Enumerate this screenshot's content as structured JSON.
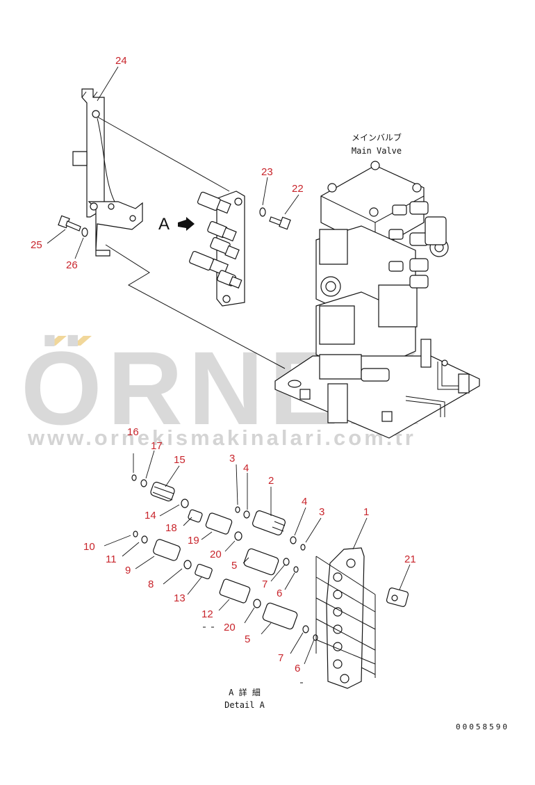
{
  "watermark": {
    "brand": "ÖRNEK",
    "url": "www.ornekismakinalari.com.tr",
    "accent_color": "#f1d79a",
    "text_color": "#d9d9d9"
  },
  "captions": {
    "main_valve_jp": "メインバルブ",
    "main_valve_en": "Main Valve",
    "view_label": "A",
    "detail_jp": "A 詳 細",
    "detail_en": "Detail A",
    "drawing_no": "00058590"
  },
  "callouts": {
    "n24": "24",
    "n23": "23",
    "n22": "22",
    "n25": "25",
    "n26": "26",
    "n16": "16",
    "n17": "17",
    "n15": "15",
    "n14": "14",
    "n18": "18",
    "n19": "19",
    "n10": "10",
    "n11": "11",
    "n9": "9",
    "n8": "8",
    "n13": "13",
    "n12": "12",
    "n3a": "3",
    "n4a": "4",
    "n2": "2",
    "n20a": "20",
    "n5a": "5",
    "n4b": "4",
    "n3b": "3",
    "n1": "1",
    "n7a": "7",
    "n6a": "6",
    "n21": "21",
    "n20b": "20",
    "n5b": "5",
    "n7b": "7",
    "n6b": "6"
  },
  "colors": {
    "callout": "#c8242b",
    "line": "#111111"
  }
}
